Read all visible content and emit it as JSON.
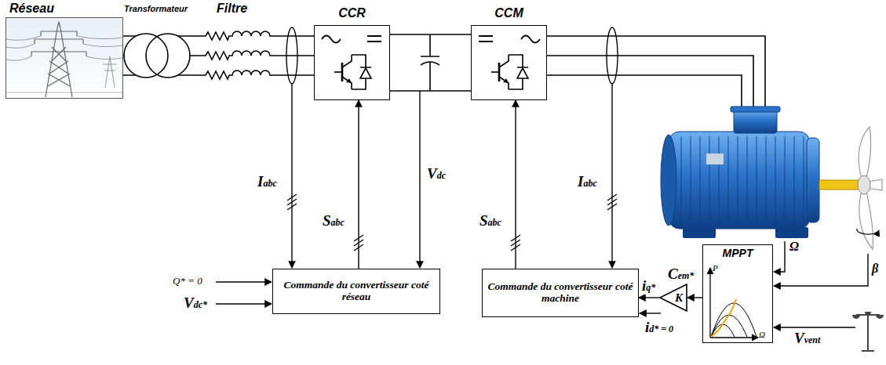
{
  "diagram": {
    "nodes": [
      {
        "text": [
          "Réseau"
        ]
      },
      {
        "text": [
          "CCR"
        ]
      },
      {
        "text": [
          "CCM"
        ]
      },
      {
        "text": [
          "Commande du convertisseur coté réseau"
        ]
      },
      {
        "text": [
          "Commande du convertisseur coté machine"
        ]
      },
      {
        "text": [
          "MPPT"
        ]
      },
      {
        "text": [
          "K"
        ]
      }
    ],
    "edges": [
      {
        "from": 3,
        "to": 1,
        "arrow": "to",
        "label": "Sabc"
      },
      {
        "from": 4,
        "to": 2,
        "arrow": "to",
        "label": "Sabc"
      },
      {
        "from": 5,
        "to": 6,
        "arrow": "to",
        "label": "Cem*"
      },
      {
        "from": 6,
        "to": 4,
        "arrow": "to",
        "label": "iq*"
      },
      {
        "from": 1,
        "to": 2,
        "arrow": "none"
      }
    ],
    "labels": [
      "Transformateur",
      "Filtre",
      "Iabc",
      "Vdc",
      "Iabc",
      "Q* = 0",
      "Vdc*",
      "Ω",
      "β",
      "P",
      "Ω",
      "Vvent",
      "id* = 0"
    ]
  }
}
